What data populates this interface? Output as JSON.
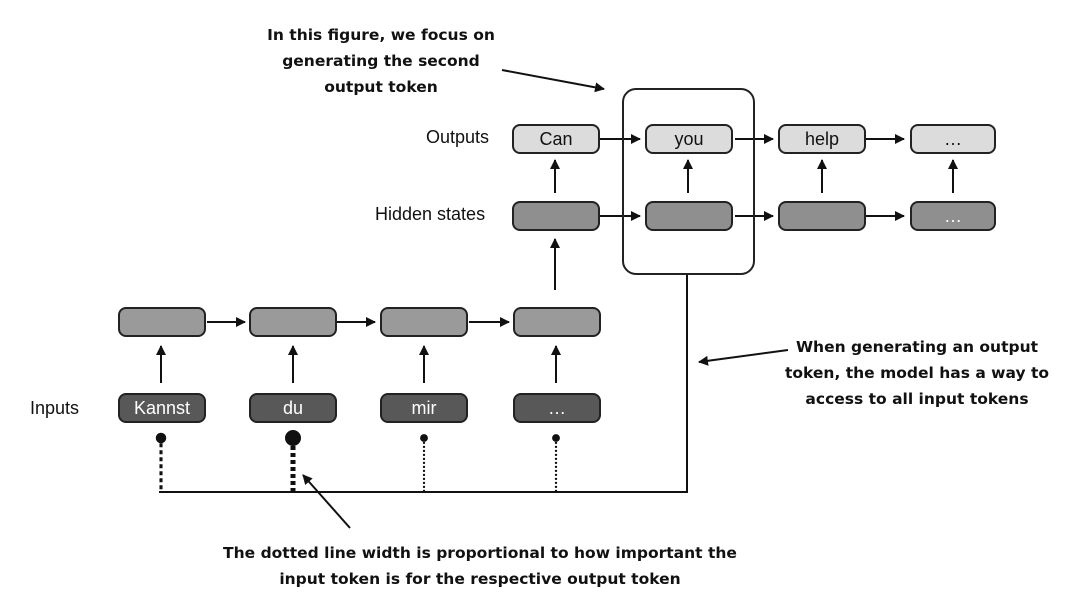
{
  "labels": {
    "outputs": "Outputs",
    "hidden_states": "Hidden states",
    "inputs": "Inputs"
  },
  "annotations": {
    "focus": [
      "In this figure, we focus on",
      "generating the second",
      "output token"
    ],
    "access": [
      "When generating an output",
      "token, the model has a way to",
      "access to all input tokens"
    ],
    "dotted": [
      "The dotted line width is proportional to how important the",
      "input token is for the respective output token"
    ]
  },
  "outputs": [
    "Can",
    "you",
    "help",
    "…"
  ],
  "hidden_states": [
    "",
    "",
    "",
    "…"
  ],
  "encoder_states": [
    "",
    "",
    "",
    ""
  ],
  "inputs": [
    "Kannst",
    "du",
    "mir",
    "…"
  ],
  "attention_weights": [
    0.45,
    1.0,
    0.18,
    0.18
  ],
  "colors": {
    "output_box": "#dcdcdc",
    "hidden_box": "#8f8f8f",
    "input_box": "#585858",
    "line": "#111111"
  }
}
